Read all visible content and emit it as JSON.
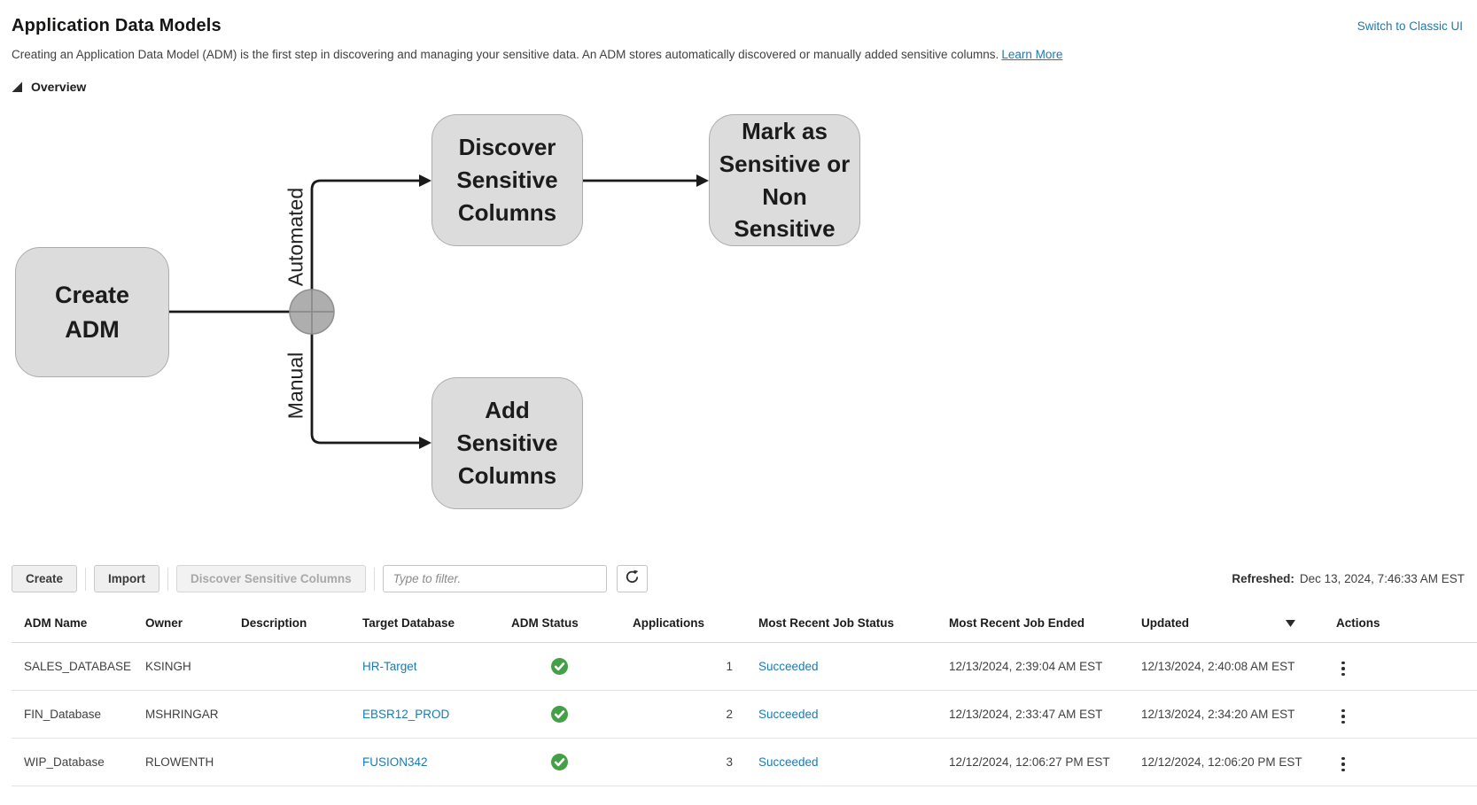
{
  "colors": {
    "link": "#1b7ab3",
    "success": "#43a047"
  },
  "header": {
    "title": "Application Data Models",
    "switch_to_classic": "Switch to Classic UI",
    "description": "Creating an Application Data Model (ADM) is the first step in discovering and managing your sensitive data. An ADM stores automatically discovered or manually added sensitive columns.",
    "learn_more": "Learn More"
  },
  "overview": {
    "label": "Overview",
    "collapse_icon": "collapse-triangle-icon",
    "diagram": {
      "create_adm": [
        "Create",
        "ADM"
      ],
      "discover": [
        "Discover",
        "Sensitive",
        "Columns"
      ],
      "mark": [
        "Mark as",
        "Sensitive or",
        "Non Sensitive"
      ],
      "add": [
        "Add",
        "Sensitive",
        "Columns"
      ],
      "automated_label": "Automated",
      "manual_label": "Manual"
    }
  },
  "toolbar": {
    "create": "Create",
    "import": "Import",
    "discover_sensitive_columns": "Discover Sensitive Columns",
    "discover_disabled": true,
    "filter_placeholder": "Type to filter.",
    "refresh_icon": "refresh-icon",
    "refreshed_label": "Refreshed:",
    "refreshed_value": "Dec 13, 2024, 7:46:33 AM EST"
  },
  "table": {
    "headers": [
      "ADM Name",
      "Owner",
      "Description",
      "Target Database",
      "ADM Status",
      "Applications",
      "Most Recent Job Status",
      "Most Recent Job Ended",
      "Updated",
      "Actions"
    ],
    "sorted_column": "Updated",
    "sort_direction": "descending",
    "status_icon": "success-check-icon",
    "actions_icon": "kebab-menu-icon",
    "rows": [
      {
        "adm_name": "SALES_DATABASE",
        "owner": "KSINGH",
        "description": "",
        "target_database": "HR-Target",
        "adm_status": "success",
        "applications": "1",
        "job_status": "Succeeded",
        "job_ended": "12/13/2024, 2:39:04 AM EST",
        "updated": "12/13/2024, 2:40:08 AM EST"
      },
      {
        "adm_name": "FIN_Database",
        "owner": "MSHRINGAR",
        "description": "",
        "target_database": "EBSR12_PROD",
        "adm_status": "success",
        "applications": "2",
        "job_status": "Succeeded",
        "job_ended": "12/13/2024, 2:33:47 AM EST",
        "updated": "12/13/2024, 2:34:20 AM EST"
      },
      {
        "adm_name": "WIP_Database",
        "owner": "RLOWENTH",
        "description": "",
        "target_database": "FUSION342",
        "adm_status": "success",
        "applications": "3",
        "job_status": "Succeeded",
        "job_ended": "12/12/2024, 12:06:27 PM EST",
        "updated": "12/12/2024, 12:06:20 PM EST"
      }
    ]
  }
}
